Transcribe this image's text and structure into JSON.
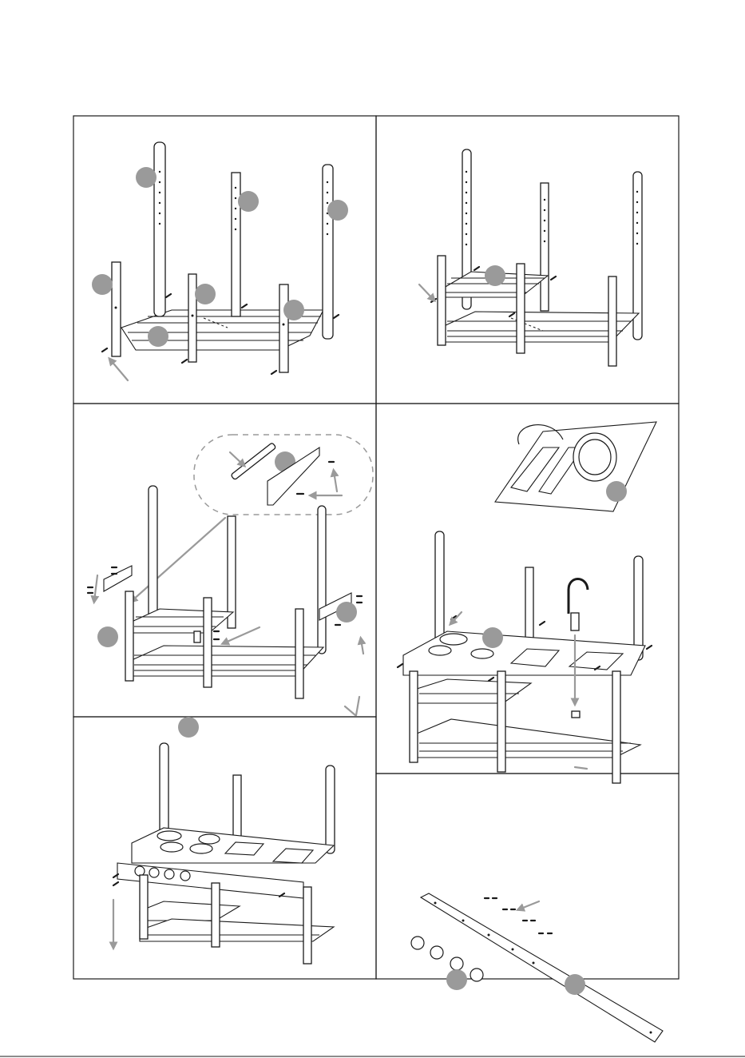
{
  "document": {
    "type": "assembly-instructions",
    "step_count": 6,
    "text_content": [],
    "colors": {
      "line": "#1a1a1a",
      "callout": "#9a9a9a",
      "background": "#ffffff"
    },
    "icons": [
      "step-callout-marker",
      "direction-arrow",
      "screw-icon"
    ]
  }
}
